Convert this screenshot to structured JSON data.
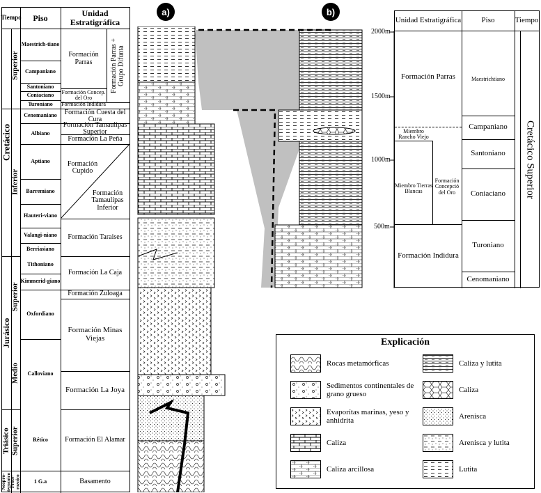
{
  "left_table": {
    "headers": {
      "tiempo": "Tiempo",
      "piso": "Piso",
      "unidad": "Unidad Estratigráfica"
    },
    "eras": {
      "cretacico": "Cretácico",
      "superior1": "Superior",
      "inferior": "Inferior",
      "jurasico": "Jurásico",
      "superior2": "Superior",
      "medio": "Medio",
      "triasico": "Triásico",
      "superior3": "Superior",
      "neoproterozoico": "Neopro-terozoico",
      "proterozoico": "Prote-rozoico"
    },
    "pisos": {
      "maestrichtiano": "Maestrich-tiano",
      "campaniano": "Campaniano",
      "santoniano": "Santoniano",
      "coniaciano": "Coniaciano",
      "turoniano": "Turoniano",
      "cenomaniano": "Cenomaniano",
      "albiano": "Albiano",
      "aptiano": "Aptiano",
      "barremiano": "Barremiano",
      "hauteriviano": "Hauteri-viano",
      "valanginiano": "Valangi-niano",
      "berriasiano": "Berriasiano",
      "tithoniano": "Tithoniano",
      "kimmeridgiano": "Kimmerid-giano",
      "oxfordiano": "Oxfordiano",
      "calloviano": "Calloviano",
      "retico": "Rético",
      "iga": "1 G.a"
    },
    "units": {
      "parras": "Formación Parras",
      "parras_grupo": "Formación Parras + Grupo Difunta",
      "concep": "Formación Concep. del Oro",
      "indidura": "Formación Indidura",
      "cuesta": "Formación Cuesta del Cura",
      "tamaulipas_sup": "Formación Tamaulipas Superior",
      "lapena": "Formación La Peña",
      "cupido": "Formación Cupido",
      "tamaulipas_inf": "Formación Tamaulipas Inferior",
      "taraises": "Formación Taraises",
      "lacaja": "Formación La Caja",
      "zuloaga": "Formación Zuloaga",
      "minas": "Formación Minas Viejas",
      "lajoya": "Formación La Joya",
      "alamar": "Formación El Alamar",
      "basamento": "Basamento"
    }
  },
  "labels": {
    "a": "a)",
    "b": "b)"
  },
  "depth_axis": [
    "2000m",
    "1500m",
    "1000m",
    "500m"
  ],
  "right_table": {
    "headers": {
      "unidad": "Unidad Estratigráfica",
      "piso": "Piso",
      "tiempo": "Tiempo"
    },
    "units": {
      "parras": "Formación Parras",
      "rancho": "Miembro Rancho Viejo",
      "tierras": "Miembro Tierras Blancas",
      "concepcion": "Formación Concepció del Oro",
      "indidura": "Formación Indidura"
    },
    "pisos": {
      "maestrichtiano": "Maestrichtiano",
      "campaniano": "Campaniano",
      "santoniano": "Santoniano",
      "coniaciano": "Coniaciano",
      "turoniano": "Turoniano",
      "cenomaniano": "Cenomaniano"
    },
    "tiempo": "Cretácico Superior"
  },
  "legend": {
    "title": "Explicación",
    "items": [
      "Rocas metamórficas",
      "Sedimentos continentales de grano grueso",
      "Evaporítas marinas, yeso y anhidrita",
      "Caliza",
      "Caliza arcillosa",
      "Caliza y lutita",
      "Caliza",
      "Arenisca",
      "Arenisca y lutita",
      "Lutita"
    ]
  }
}
